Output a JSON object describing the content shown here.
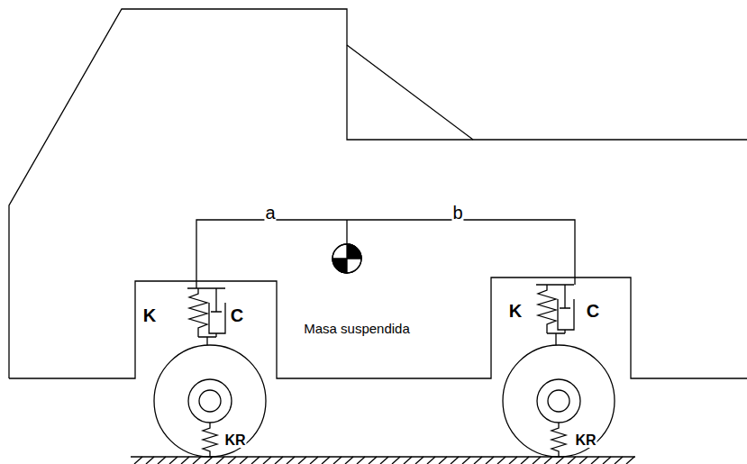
{
  "diagram": {
    "labels": [
      "a",
      "b",
      "K",
      "C",
      "Masa suspendida",
      "K",
      "C",
      "KR",
      "KR"
    ]
  }
}
